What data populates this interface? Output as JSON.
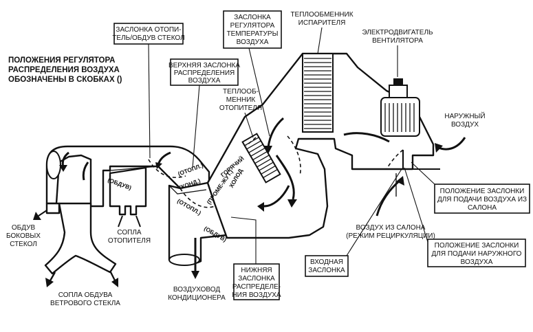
{
  "heading": [
    "ПОЛОЖЕНИЯ РЕГУЛЯТОРА",
    "РАСПРЕДЕЛЕНИЯ ВОЗДУХА",
    "ОБОЗНАЧЕНЫ В СКОБКАХ ()"
  ],
  "labels": {
    "defrost_damper": [
      "ЗАСЛОНКА ОТОПИ-",
      "ТЕЛЬ/ОБДУВ СТЕКОЛ"
    ],
    "temp_damper": [
      "ЗАСЛОНКА",
      "РЕГУЛЯТОРА",
      "ТЕМПЕРАТУРЫ",
      "ВОЗДУХА"
    ],
    "evaporator": [
      "ТЕПЛООБМЕННИК",
      "ИСПАРИТЕЛЯ"
    ],
    "blower_motor": [
      "ЭЛЕКТРОДВИГАТЕЛЬ",
      "ВЕНТИЛЯТОРА"
    ],
    "upper_damper": [
      "ВЕРХНЯЯ ЗАСЛОНКА",
      "РАСПРЕДЕЛЕНИЯ",
      "ВОЗДУХА"
    ],
    "heater_core": [
      "ТЕПЛООБ-",
      "МЕННИК",
      "ОТОПИТЕЛЯ"
    ],
    "outside_air": [
      "НАРУЖНЫЙ",
      "ВОЗДУХ"
    ],
    "recirc_position": [
      "ПОЛОЖЕНИЕ ЗАСЛОНКИ",
      "ДЛЯ ПОДАЧИ ВОЗДУХА ИЗ",
      "САЛОНА"
    ],
    "cabin_air": [
      "ВОЗДУХ ИЗ САЛОНА",
      "(РЕЖИМ РЕЦИРКУЛЯЦИИ)"
    ],
    "fresh_position": [
      "ПОЛОЖЕНИЕ ЗАСЛОНКИ",
      "ДЛЯ ПОДАЧИ НАРУЖНОГО",
      "ВОЗДУХА"
    ],
    "inlet_damper": [
      "ВХОДНАЯ",
      "ЗАСЛОНКА"
    ],
    "side_windows": [
      "ОБДУВ",
      "БОКОВЫХ",
      "СТЕКОЛ"
    ],
    "heater_outlets": [
      "СОПЛА",
      "ОТОПИТЕЛЯ"
    ],
    "windshield": [
      "СОПЛА ОБДУВА",
      "ВЕТРОВОГО СТЕКЛА"
    ],
    "ac_duct": [
      "ВОЗДУХОВОД",
      "КОНДИЦИОНЕРА"
    ],
    "lower_damper": [
      "НИЖНЯЯ",
      "ЗАСЛОНКА",
      "РАСПРЕДЕЛЕ-",
      "НИЯ ВОЗДУХА"
    ]
  },
  "positions": {
    "heat_upper": "(ОТОПЛ.)",
    "ac": "(КОНД.)",
    "heat_lower": "(ОТОПЛ.)",
    "intermediate": "(ПРОМЕ-ЖУТ.)",
    "defrost_1": "(ОБДУВ)",
    "defrost_2": "(ОБДУВ)",
    "hot": "ГОРЯЧИЙ",
    "cold": "ХОЛОД"
  }
}
